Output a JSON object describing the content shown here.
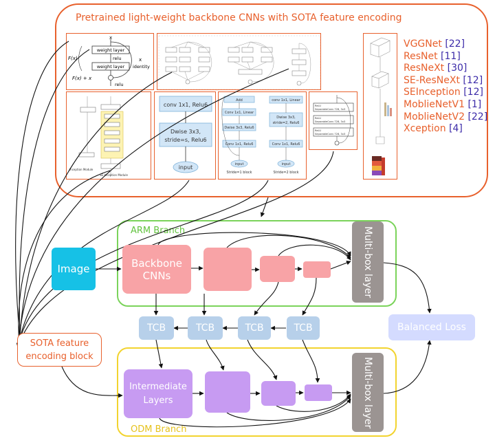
{
  "top_panel": {
    "title": "Pretrained light-weight backbone CNNs with SOTA feature encoding",
    "models": [
      {
        "name": "VGGNet",
        "ref": "[22]"
      },
      {
        "name": "ResNet",
        "ref": "[11]"
      },
      {
        "name": "ResNeXt",
        "ref": "[30]"
      },
      {
        "name": "SE-ResNeXt",
        "ref": "[12]"
      },
      {
        "name": "SEInception",
        "ref": "[12]"
      },
      {
        "name": "MoblieNetV1",
        "ref": "[1]"
      },
      {
        "name": "MoblieNetV2",
        "ref": "[22]"
      },
      {
        "name": "Xception",
        "ref": "[4]"
      }
    ],
    "resnet_block": {
      "x": "x",
      "fx": "F(x)",
      "weight_layer_1": "weight layer",
      "relu_mid": "relu",
      "weight_layer_2": "weight layer",
      "x_identity": "x",
      "identity": "identity",
      "sum": "F(x) + x",
      "relu_out": "relu"
    },
    "mobilenet_v1": {
      "conv": "conv 1x1, Relu6",
      "dwise_1": "Dwise 3x3,",
      "dwise_2": "stride=s, Relu6",
      "input": "input"
    },
    "mobilenet_v2": {
      "add": "Add",
      "left": [
        "Conv 1x1, Linear",
        "Dwise 3x3, Relu6",
        "Conv 1x1, Relu6"
      ],
      "left_input": "input",
      "left_caption": "Stride=1 block",
      "right": [
        "conv 1x1, Linear",
        "Dwise 3x3,",
        "stride=2, Relu6",
        "Conv 1x1, Relu6"
      ],
      "right_input": "input",
      "right_caption": "Stride=2 block"
    },
    "xception_block": {
      "rows": [
        "ReLU",
        "SeparableConv 728, 3x3",
        "ReLU",
        "SeparableConv 728, 3x3",
        "ReLU",
        "SeparableConv 728, 3x3"
      ]
    },
    "se_inception": {
      "caption": "SE-Inception Module",
      "caption_left": "Inception Module"
    }
  },
  "main": {
    "image": "Image",
    "sota": "SOTA feature encoding block",
    "arm_label": "ARM Branch",
    "odm_label": "ODM Branch",
    "backbone": "Backbone CNNs",
    "intermediate": "Intermediate Layers",
    "multibox_top": "Multi-box layer",
    "multibox_bottom": "Multi-box layer",
    "tcb": [
      "TCB",
      "TCB",
      "TCB",
      "TCB"
    ],
    "balanced_loss": "Balanced Loss"
  },
  "colors": {
    "orange": "#e8602c",
    "navy": "#3b2aa8",
    "cyan": "#16c1e6",
    "pink": "#f8a3a6",
    "lavender": "#c79bf2",
    "tcb": "#b7d0ea",
    "loss": "#d4dbff",
    "gray": "#9b9492",
    "green": "#7ad35a",
    "yellow": "#f2d32e"
  }
}
